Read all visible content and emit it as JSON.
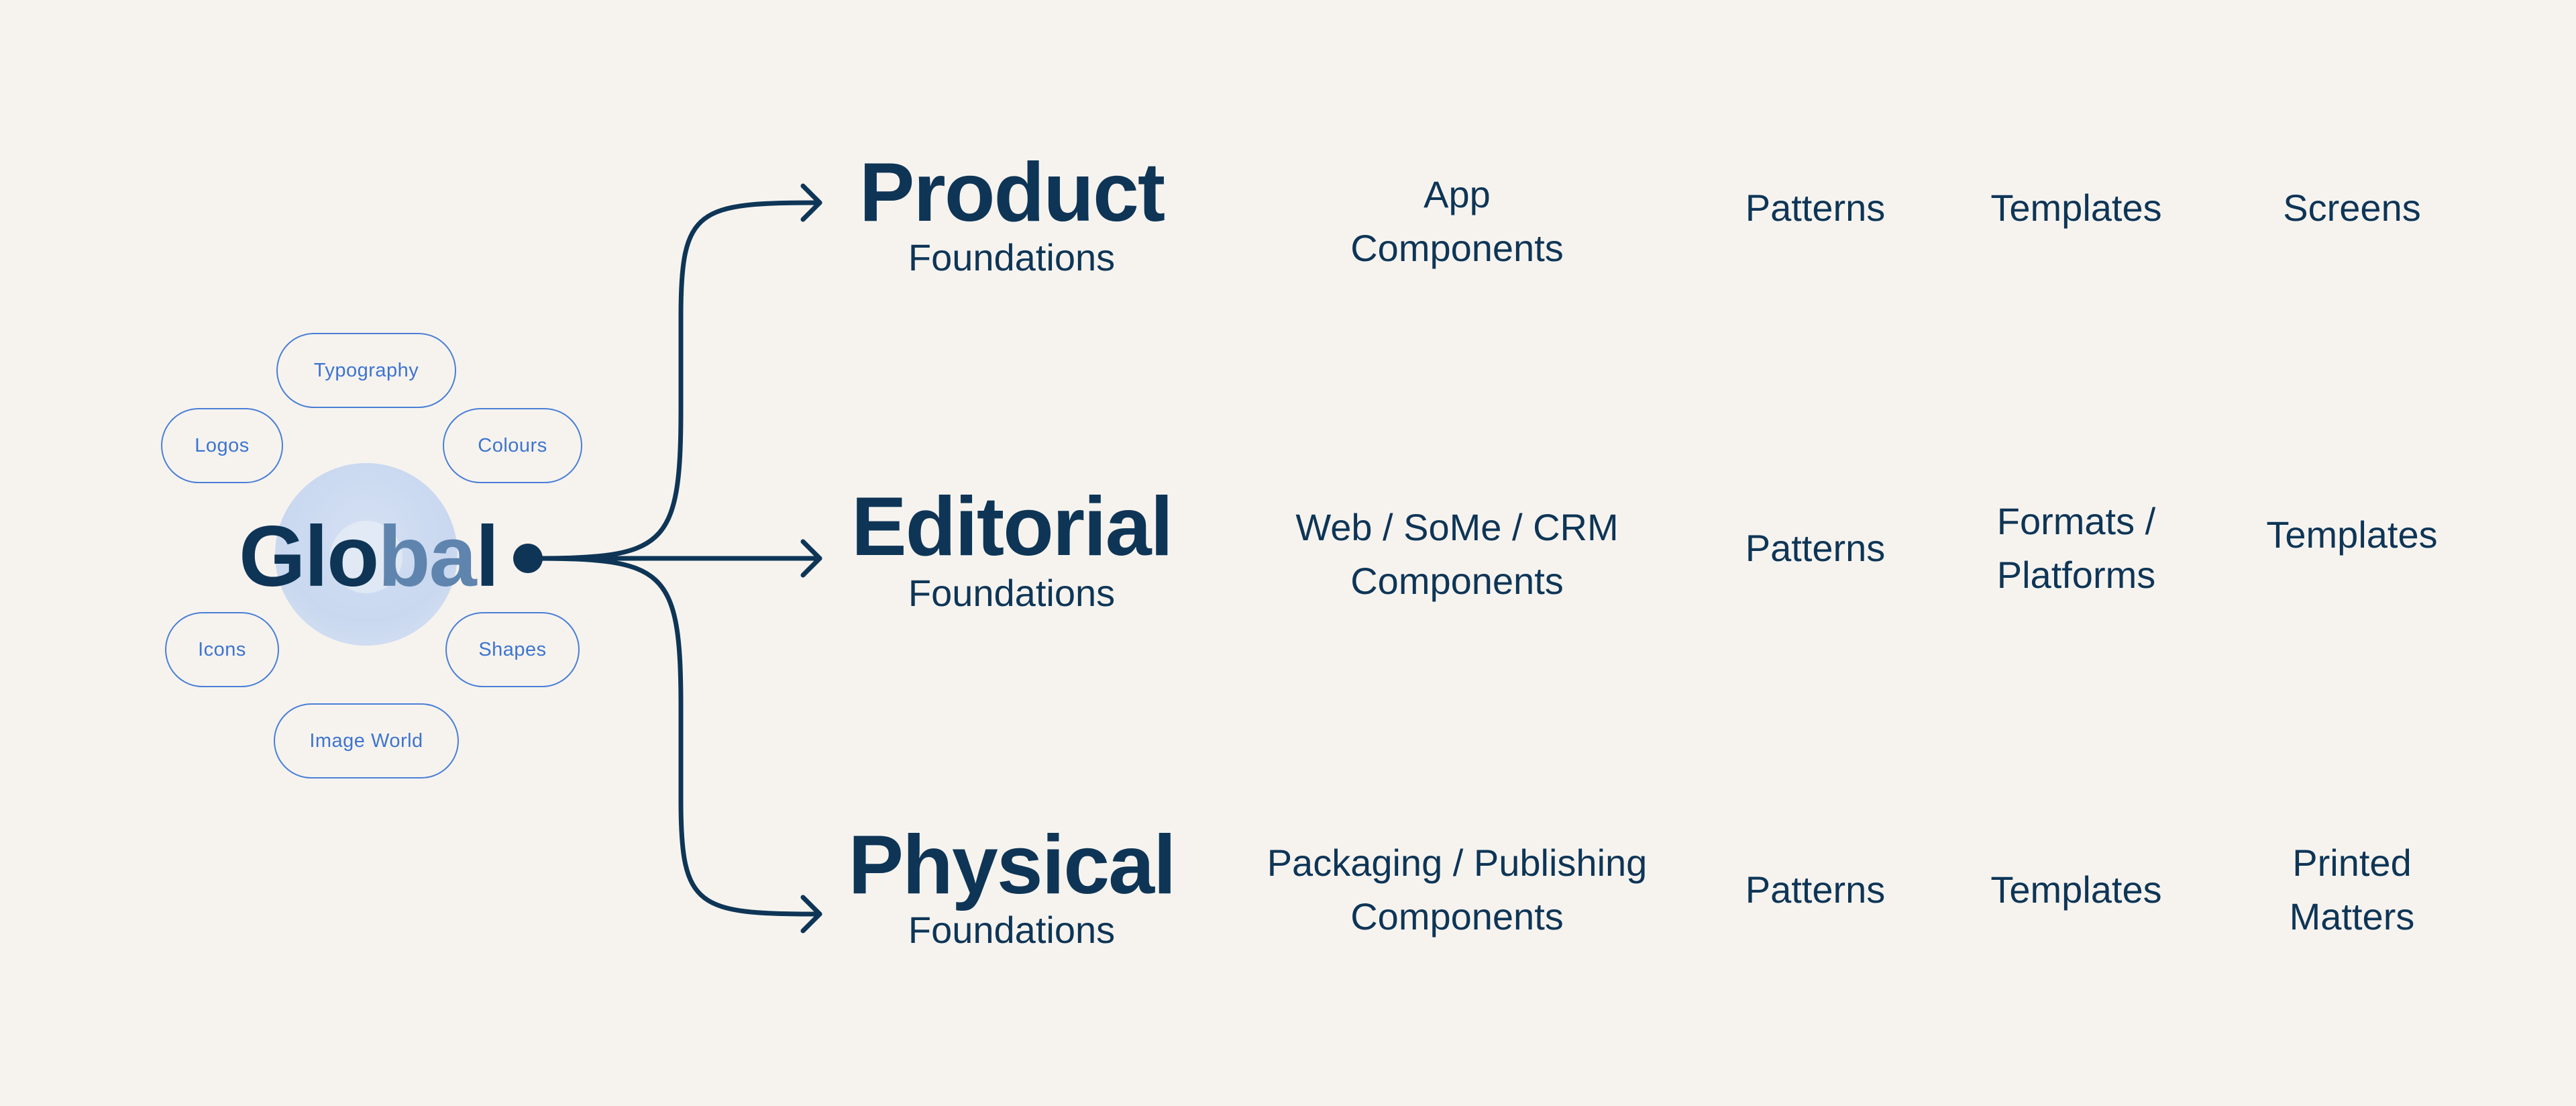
{
  "colors": {
    "background": "#F6F3EF",
    "navy": "#0E3556",
    "pill_blue": "#3E74CF",
    "mark_blue": "#C9D8F0"
  },
  "global": {
    "title_main": "Glo",
    "title_fade": "ba",
    "title_end": "l",
    "pills": {
      "typography": "Typography",
      "logos": "Logos",
      "colours": "Colours",
      "icons": "Icons",
      "shapes": "Shapes",
      "image_world": "Image World"
    }
  },
  "rows": [
    {
      "title": "Product",
      "subtitle": "Foundations",
      "components": [
        "App",
        "Components"
      ],
      "col2": [
        "Patterns"
      ],
      "col3": [
        "Templates"
      ],
      "col4": [
        "Screens"
      ]
    },
    {
      "title": "Editorial",
      "subtitle": "Foundations",
      "components": [
        "Web / SoMe / CRM",
        "Components"
      ],
      "col2": [
        "Patterns"
      ],
      "col3": [
        "Formats /",
        "Platforms"
      ],
      "col4": [
        "Templates"
      ]
    },
    {
      "title": "Physical",
      "subtitle": "Foundations",
      "components": [
        "Packaging / Publishing",
        "Components"
      ],
      "col2": [
        "Patterns"
      ],
      "col3": [
        "Templates"
      ],
      "col4": [
        "Printed",
        "Matters"
      ]
    }
  ]
}
